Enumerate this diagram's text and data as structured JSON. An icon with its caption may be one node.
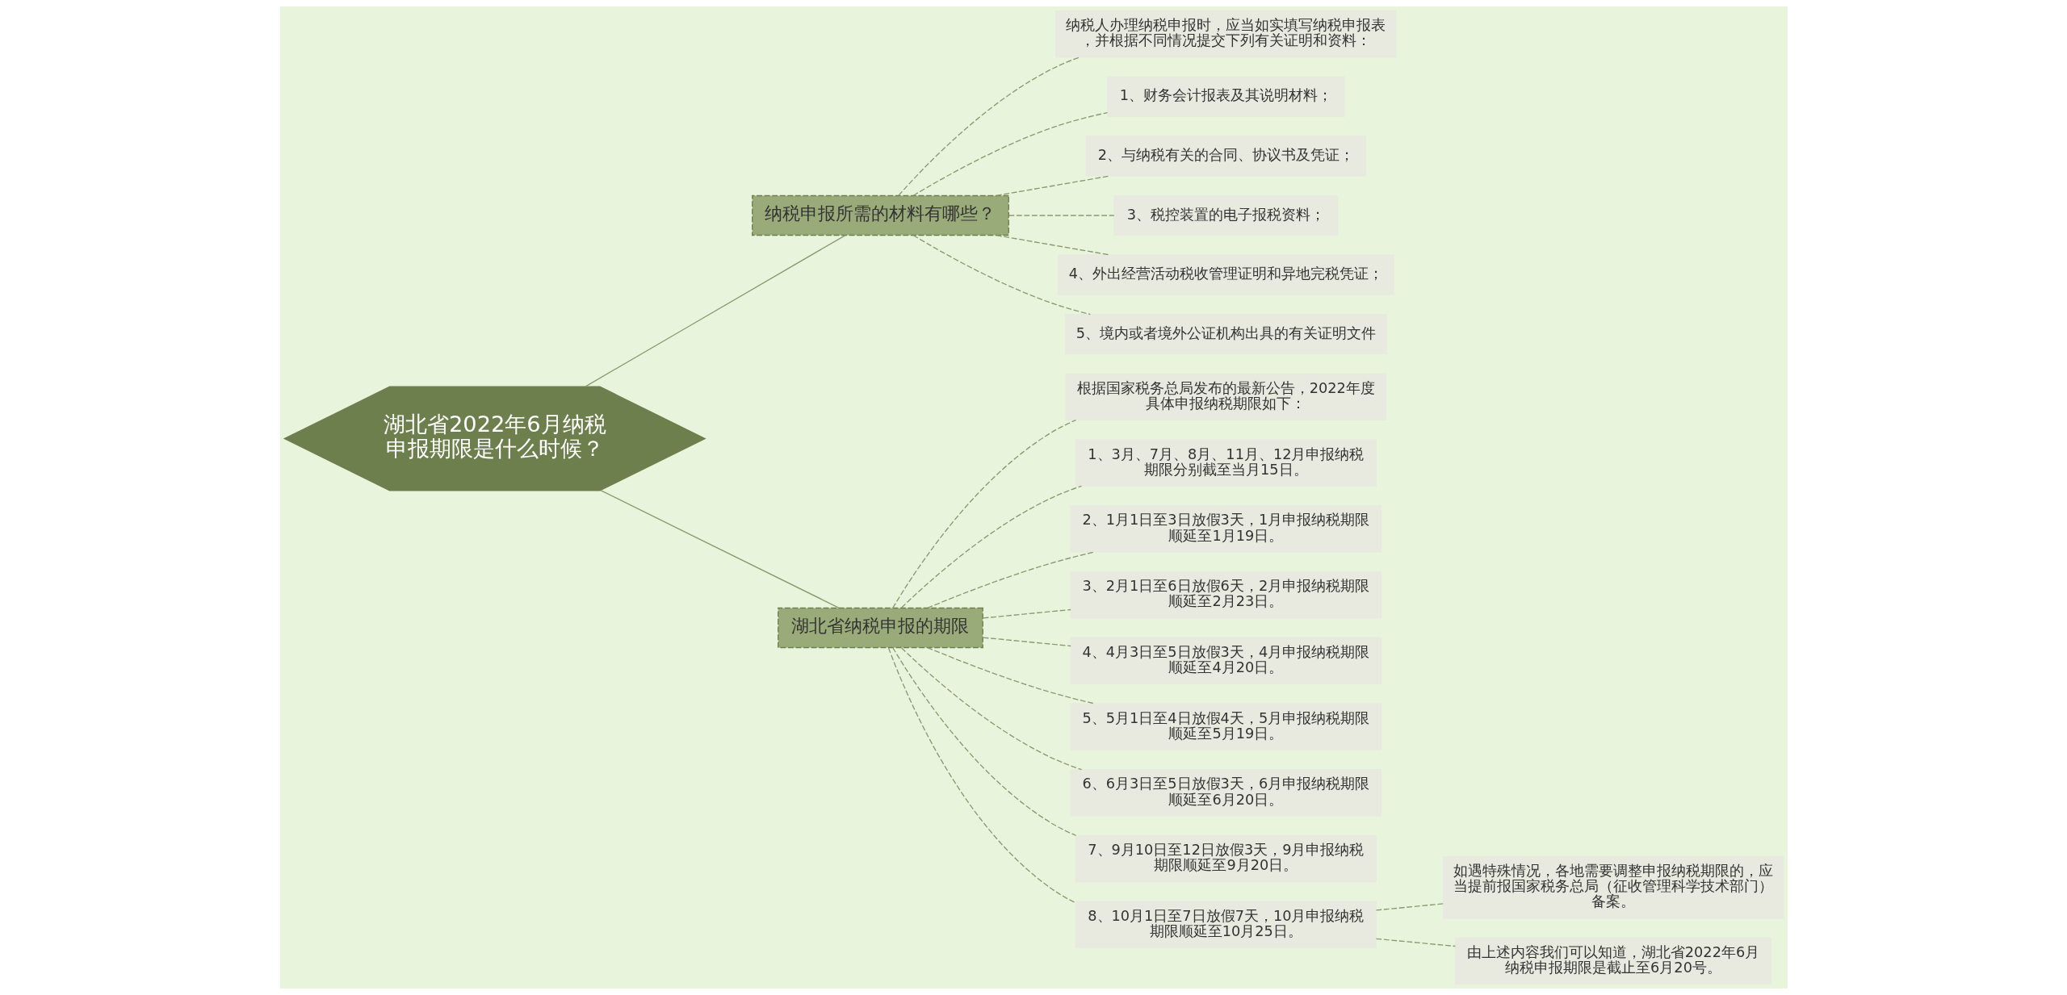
{
  "diagram": {
    "nodes": [
      {
        "text": [
          "湖北省2022年6月纳税申报期限是什么时候？"
        ]
      },
      {
        "text": [
          "纳税申报所需的材料有哪些？"
        ]
      },
      {
        "text": [
          "纳税人办理纳税申报时，应当如实填写纳税申报表，并根据不同情况提交下列有关证明和资料："
        ]
      },
      {
        "text": [
          "1、财务会计报表及其说明材料；"
        ]
      },
      {
        "text": [
          "2、与纳税有关的合同、协议书及凭证；"
        ]
      },
      {
        "text": [
          "3、税控装置的电子报税资料；"
        ]
      },
      {
        "text": [
          "4、外出经营活动税收管理证明和异地完税凭证；"
        ]
      },
      {
        "text": [
          "5、境内或者境外公证机构出具的有关证明文件"
        ]
      },
      {
        "text": [
          "湖北省纳税申报的期限"
        ]
      },
      {
        "text": [
          "根据国家税务总局发布的最新公告，2022年度具体申报纳税期限如下："
        ]
      },
      {
        "text": [
          "1、3月、7月、8月、11月、12月申报纳税期限分别截至当月15日。"
        ]
      },
      {
        "text": [
          "2、1月1日至3日放假3天，1月申报纳税期限顺延至1月19日。"
        ]
      },
      {
        "text": [
          "3、2月1日至6日放假6天，2月申报纳税期限顺延至2月23日。"
        ]
      },
      {
        "text": [
          "4、4月3日至5日放假3天，4月申报纳税期限顺延至4月20日。"
        ]
      },
      {
        "text": [
          "5、5月1日至4日放假4天，5月申报纳税期限顺延至5月19日。"
        ]
      },
      {
        "text": [
          "6、6月3日至5日放假3天，6月申报纳税期限顺延至6月20日。"
        ]
      },
      {
        "text": [
          "7、9月10日至12日放假3天，9月申报纳税期限顺延至9月20日。"
        ]
      },
      {
        "text": [
          "8、10月1日至7日放假7天，10月申报纳税期限顺延至10月25日。"
        ]
      },
      {
        "text": [
          "如遇特殊情况，各地需要调整申报纳税期限的，应当提前报国家税务总局（征收管理科学技术部门）备案。"
        ]
      },
      {
        "text": [
          "由上述内容我们可以知道，湖北省2022年6月纳税申报期限是截止至6月20号。"
        ]
      }
    ],
    "edges": [
      {
        "from": 0,
        "to": 1,
        "arrow": "none"
      },
      {
        "from": 1,
        "to": 2,
        "arrow": "none",
        "style": "dashed"
      },
      {
        "from": 1,
        "to": 3,
        "arrow": "none",
        "style": "dashed"
      },
      {
        "from": 1,
        "to": 4,
        "arrow": "none",
        "style": "dashed"
      },
      {
        "from": 1,
        "to": 5,
        "arrow": "none",
        "style": "dashed"
      },
      {
        "from": 1,
        "to": 6,
        "arrow": "none",
        "style": "dashed"
      },
      {
        "from": 1,
        "to": 7,
        "arrow": "none",
        "style": "dashed"
      },
      {
        "from": 0,
        "to": 8,
        "arrow": "none"
      },
      {
        "from": 8,
        "to": 9,
        "arrow": "none",
        "style": "dashed"
      },
      {
        "from": 8,
        "to": 10,
        "arrow": "none",
        "style": "dashed"
      },
      {
        "from": 8,
        "to": 11,
        "arrow": "none",
        "style": "dashed"
      },
      {
        "from": 8,
        "to": 12,
        "arrow": "none",
        "style": "dashed"
      },
      {
        "from": 8,
        "to": 13,
        "arrow": "none",
        "style": "dashed"
      },
      {
        "from": 8,
        "to": 14,
        "arrow": "none",
        "style": "dashed"
      },
      {
        "from": 8,
        "to": 15,
        "arrow": "none",
        "style": "dashed"
      },
      {
        "from": 8,
        "to": 16,
        "arrow": "none",
        "style": "dashed"
      },
      {
        "from": 8,
        "to": 17,
        "arrow": "none",
        "style": "dashed"
      },
      {
        "from": 17,
        "to": 18,
        "arrow": "none",
        "style": "dashed"
      },
      {
        "from": 17,
        "to": 19,
        "arrow": "none",
        "style": "dashed"
      }
    ]
  }
}
